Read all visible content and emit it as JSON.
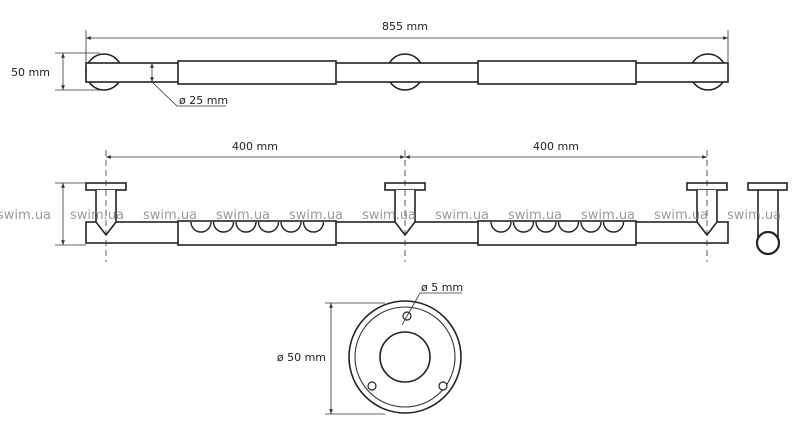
{
  "drawing": {
    "top_view": {
      "overall_length": "855 mm",
      "rosette_height": "50 mm",
      "tube_diameter": "ø 25 mm"
    },
    "side_view": {
      "spacing_left": "400 mm",
      "spacing_right": "400 mm"
    },
    "rosette_view": {
      "diameter": "ø 50 mm",
      "hole_diameter": "ø 5 mm"
    },
    "watermark": "swim.ua",
    "line_color": "#222222",
    "watermark_color": "#8a8a8a"
  }
}
